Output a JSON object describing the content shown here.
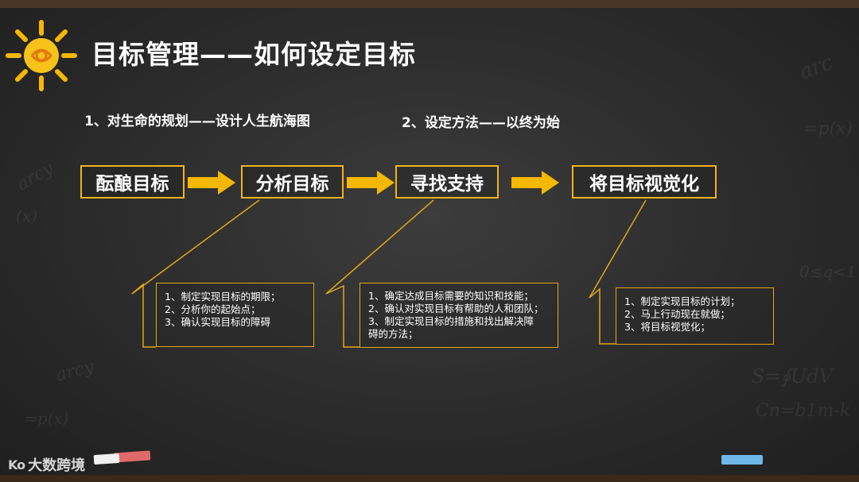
{
  "slide": {
    "title": "目标管理——如何设定目标",
    "subheads": [
      "1、对生命的规划——设计人生航海图",
      "2、设定方法——以终为始"
    ],
    "steps": [
      "酝酿目标",
      "分析目标",
      "寻找支持",
      "将目标视觉化"
    ],
    "details": [
      {
        "lines": [
          "1、制定实现目标的期限；",
          "2、分析你的起始点；",
          "3、确认实现目标的障碍"
        ]
      },
      {
        "lines": [
          "1、确定达成目标需要的知识和技能；",
          "2、确认对实现目标有帮助的人和团队；",
          "3、制定实现目标的措施和找出解决障",
          "碍的方法；"
        ]
      },
      {
        "lines": [
          "1、制定实现目标的计划；",
          "2、马上行动现在就做；",
          "3、将目标视觉化；"
        ]
      }
    ],
    "watermark": {
      "mark": "Ko",
      "text": "大数跨境"
    },
    "colors": {
      "accent": "#f2b21a",
      "board": "#2b2b2b",
      "text": "#ffffff"
    },
    "icons": [
      "sun-icon",
      "arrow-right-icon"
    ]
  }
}
